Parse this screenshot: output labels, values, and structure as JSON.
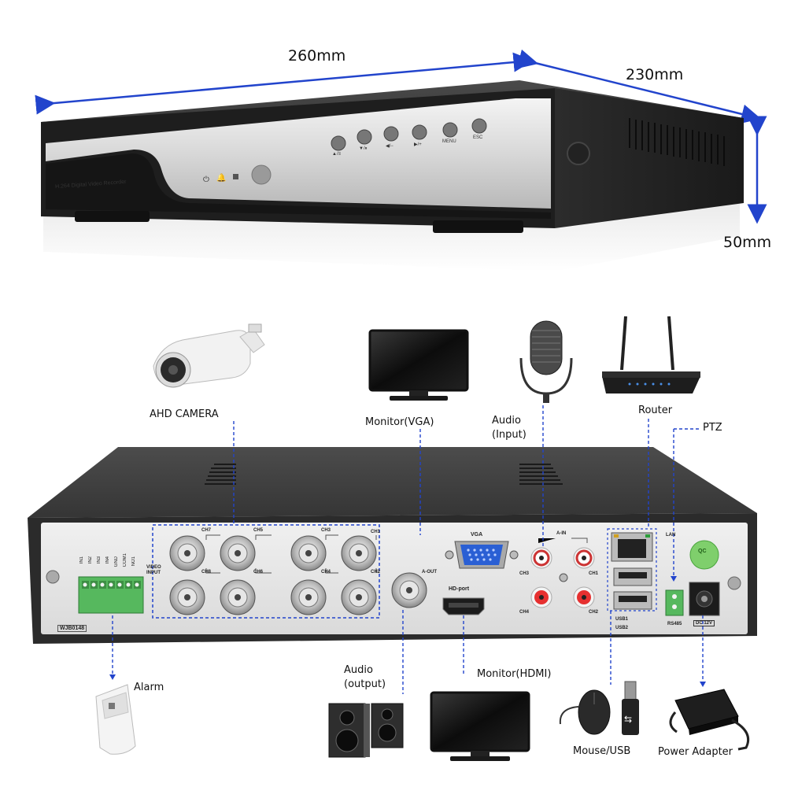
{
  "dimensions": {
    "width": "260mm",
    "depth": "230mm",
    "height": "50mm"
  },
  "front_panel": {
    "model_text": "H.264 Digital Video Recorder",
    "buttons": [
      "▲/≡",
      "▼/⏸",
      "◀/−",
      "▶/+",
      "MENU",
      "ESC"
    ]
  },
  "peripherals": {
    "camera": "AHD CAMERA",
    "monitor_vga": "Monitor(VGA)",
    "audio_input_1": "Audio",
    "audio_input_2": "(Input)",
    "router": "Router",
    "ptz": "PTZ",
    "alarm": "Alarm",
    "audio_output_1": "Audio",
    "audio_output_2": "(output)",
    "monitor_hdmi": "Monitor(HDMI)",
    "mouse_usb": "Mouse/USB",
    "power_adapter": "Power Adapter"
  },
  "rear_panel": {
    "alarm_pins": [
      "IN1",
      "IN2",
      "IN3",
      "IN4",
      "GND",
      "COM1",
      "NO1"
    ],
    "model_tag": "WJB0148",
    "video_input": "VIDEO INPUT",
    "channels_top": [
      "CH7",
      "CH5",
      "CH3",
      "CH1"
    ],
    "channels_bottom": [
      "CH8",
      "CH6",
      "CH4",
      "CH2"
    ],
    "a_out": "A-OUT",
    "vga": "VGA",
    "hd_port": "HD-port",
    "a_in": "A-IN",
    "audio_channels": [
      "CH3",
      "CH1",
      "CH4",
      "CH2"
    ],
    "lan": "LAN",
    "usb1": "USB1",
    "usb2": "USB2",
    "rs485": "RS485",
    "dc": "DC 12V",
    "qc": "QC"
  },
  "colors": {
    "guide_line": "#2244cc",
    "guide_arrow": "#2244cc"
  }
}
